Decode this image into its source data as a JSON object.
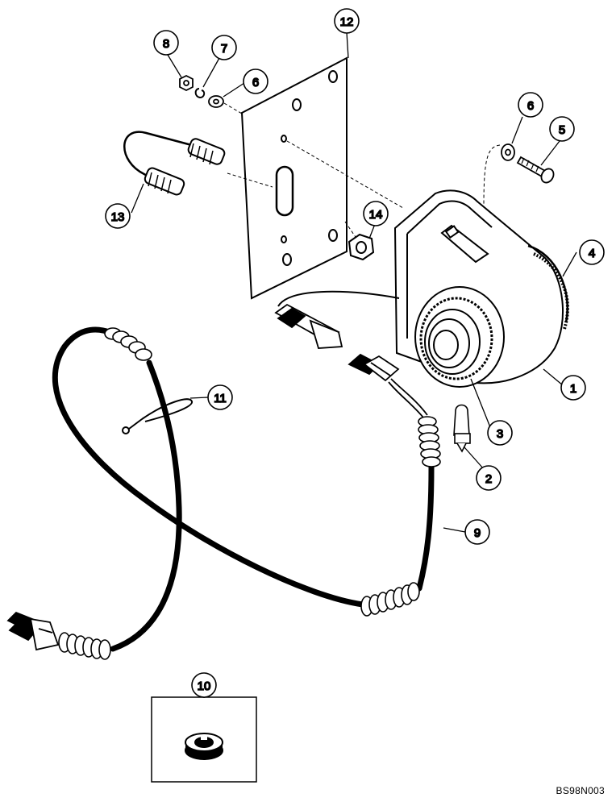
{
  "callouts": {
    "c1": "1",
    "c2": "2",
    "c3": "3",
    "c4": "4",
    "c5": "5",
    "c6a": "6",
    "c6b": "6",
    "c7": "7",
    "c8": "8",
    "c9": "9",
    "c10": "10",
    "c11": "11",
    "c12": "12",
    "c13": "13",
    "c14": "14"
  },
  "drawing_code": "BS98N003"
}
